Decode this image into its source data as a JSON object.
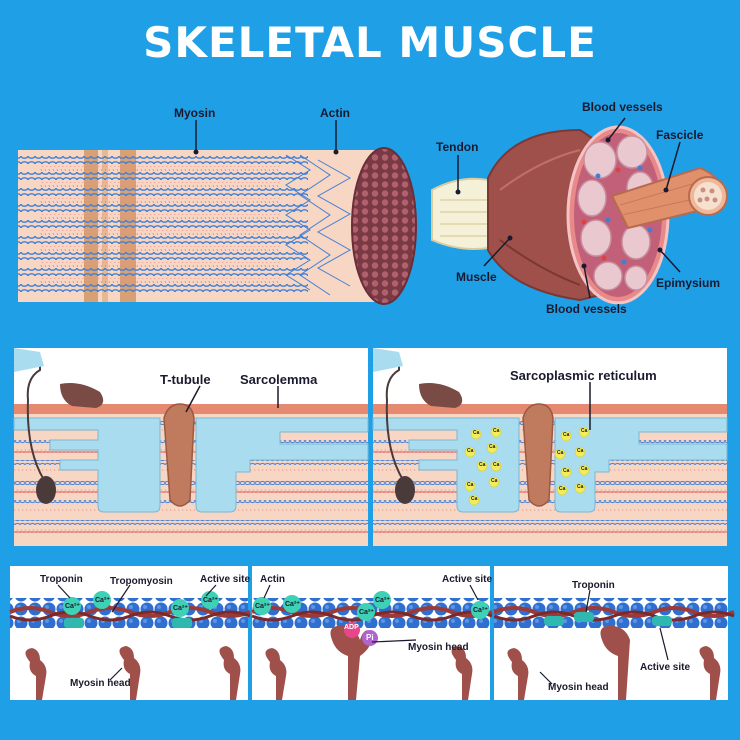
{
  "title": "SKELETAL MUSCLE",
  "top": {
    "myosin": "Myosin",
    "actin": "Actin",
    "tendon": "Tendon",
    "blood_vessels_top": "Blood vessels",
    "fascicle": "Fascicle",
    "muscle": "Muscle",
    "epimysium": "Epimysium",
    "blood_vessels_bottom": "Blood vessels"
  },
  "middle": {
    "t_tubule": "T-tubule",
    "sarcolemma": "Sarcolemma",
    "sarcoplasmic_reticulum": "Sarcoplasmic reticulum",
    "ca_label": "Ca"
  },
  "bottom": {
    "p1": {
      "troponin": "Troponin",
      "tropomyosin": "Tropomyosin",
      "active_site": "Active site",
      "myosin_head": "Myosin head"
    },
    "p2": {
      "actin": "Actin",
      "active_site": "Active site",
      "myosin_head": "Myosin head",
      "adp": "ADP",
      "pi": "Pi"
    },
    "p3": {
      "troponin": "Troponin",
      "active_site": "Active site",
      "myosin_head": "Myosin head"
    },
    "ca": "Ca²⁺"
  },
  "colors": {
    "background": "#1f9fe6",
    "muscle_pink": "#f8d6c4",
    "muscle_dark": "#a0504a",
    "actin_blue": "#3f7fd6",
    "myosin_red": "#e05a5a",
    "sr_blue": "#a9dcef",
    "tropomyosin": "#9c3a3a",
    "calcium_green": "#3fd1b6",
    "calcium_yellow": "#f2ec5c"
  }
}
